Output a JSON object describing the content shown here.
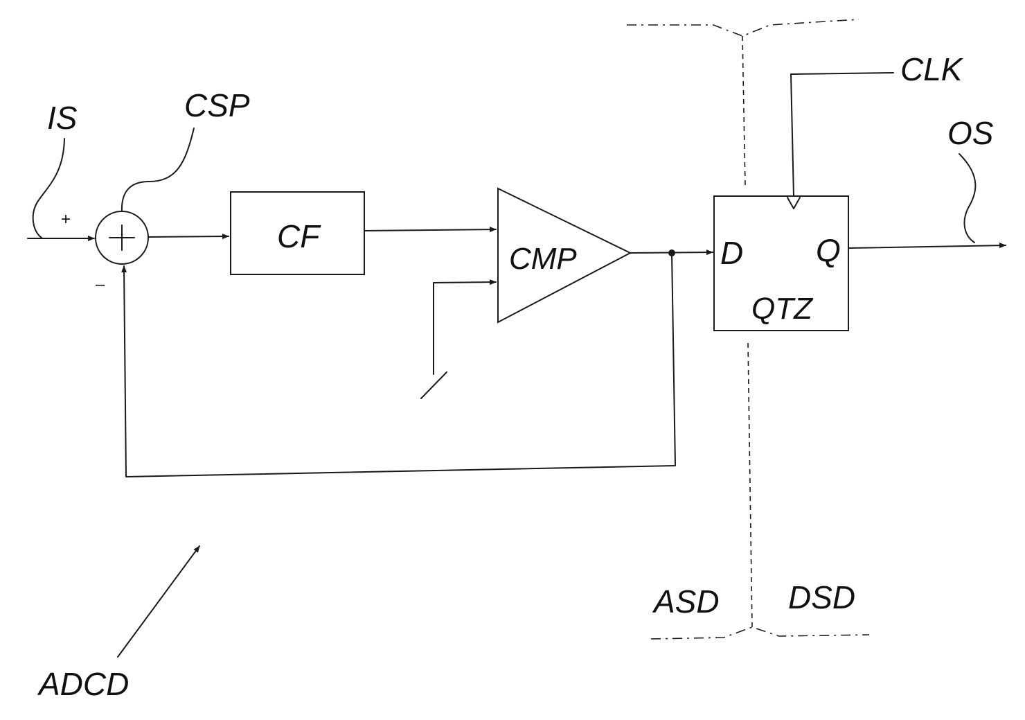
{
  "labels": {
    "input_signal": "IS",
    "combiner": "CSP",
    "filter": "CF",
    "comparator": "CMP",
    "data_input": "D",
    "output_q": "Q",
    "quantizer": "QTZ",
    "clock": "CLK",
    "output_signal": "OS",
    "analog_domain": "ASD",
    "digital_domain": "DSD",
    "device": "ADCD",
    "plus_sign": "+",
    "minus_sign": "–"
  }
}
